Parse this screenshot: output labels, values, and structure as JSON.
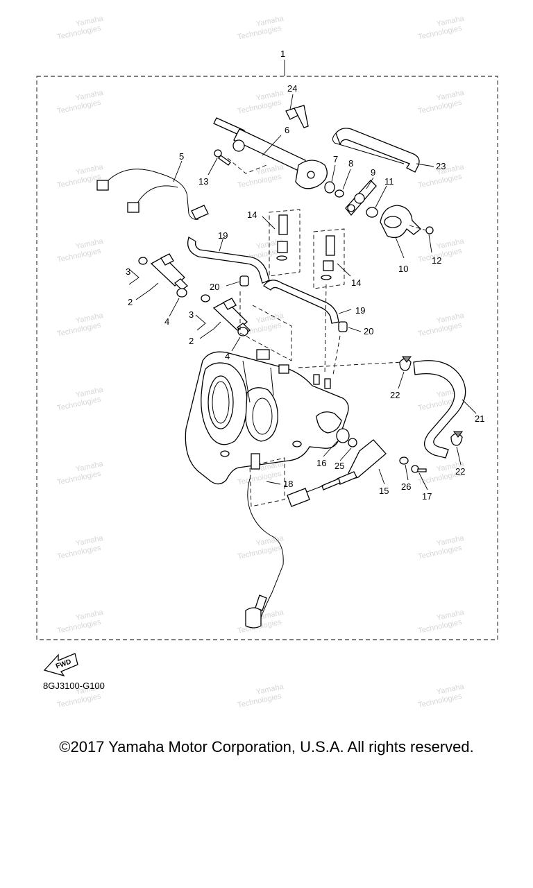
{
  "callouts": [
    "1",
    "2",
    "2",
    "3",
    "3",
    "4",
    "4",
    "5",
    "6",
    "7",
    "8",
    "9",
    "10",
    "11",
    "12",
    "13",
    "14",
    "14",
    "15",
    "16",
    "17",
    "18",
    "19",
    "19",
    "20",
    "20",
    "21",
    "22",
    "22",
    "23",
    "24",
    "25",
    "26"
  ],
  "fwd_label": "FWD",
  "diagram_code": "8GJ3100-G100",
  "watermark": [
    "Yamaha",
    "Technologies"
  ],
  "copyright": "©2017 Yamaha Motor Corporation, U.S.A. All rights reserved.",
  "icons": {
    "fwd": "fwd-arrow-icon"
  }
}
